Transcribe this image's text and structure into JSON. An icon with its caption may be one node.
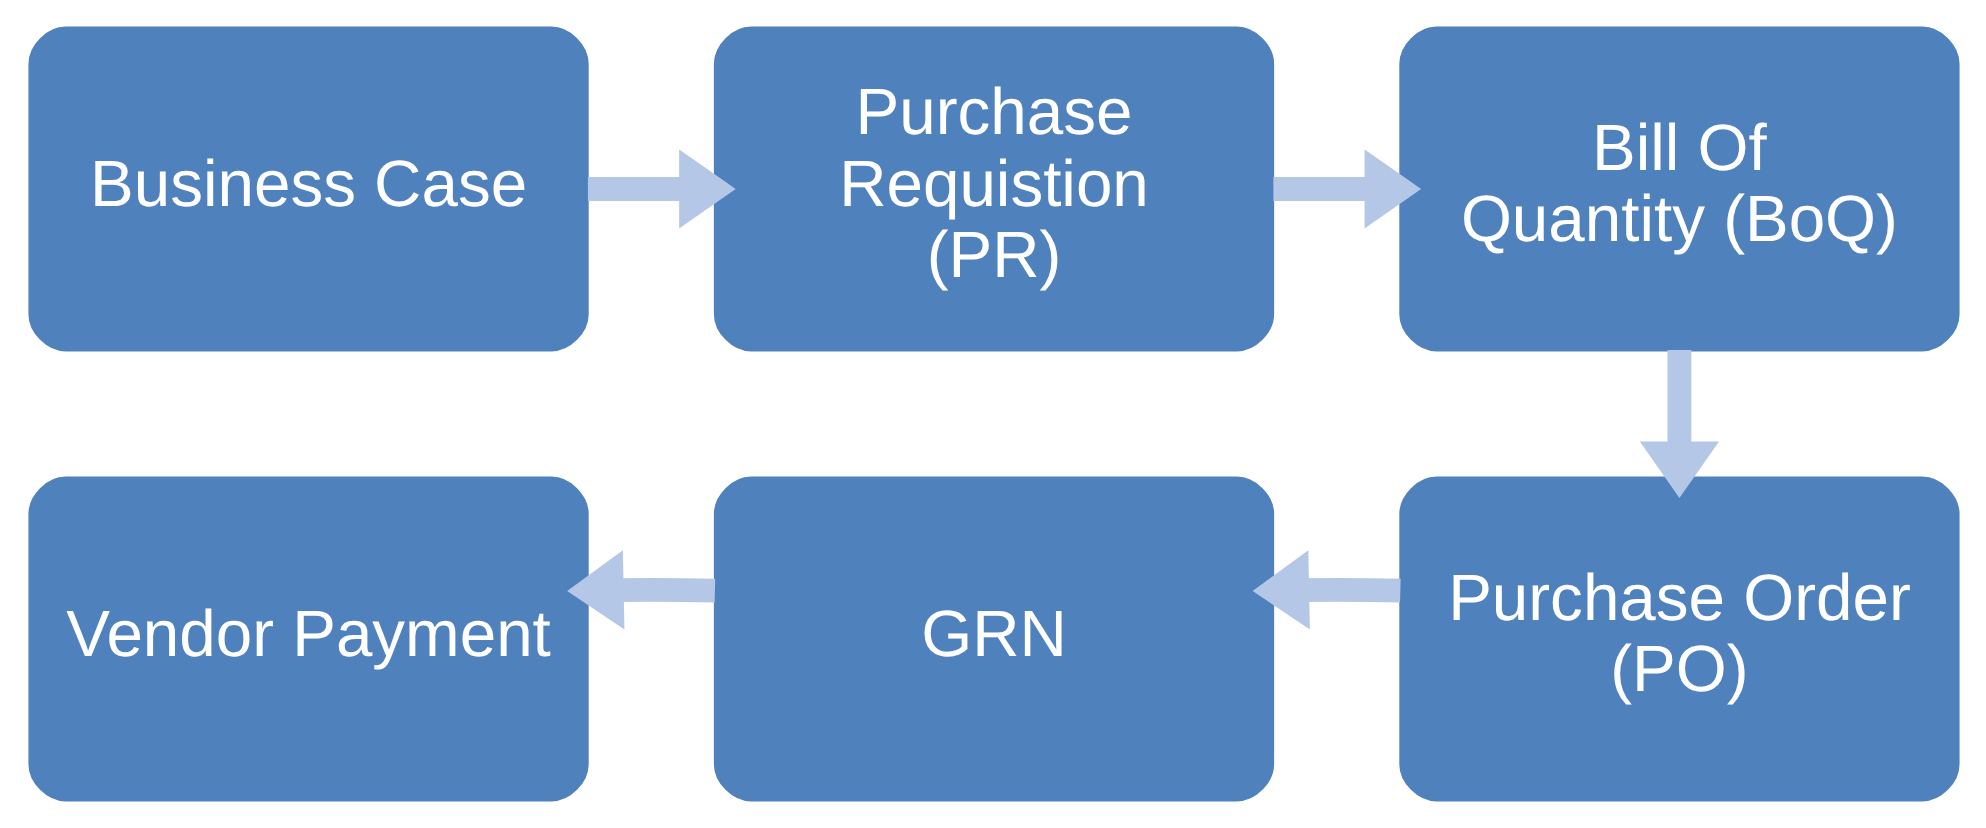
{
  "diagram": {
    "nodes": [
      {
        "text": [
          "Business Case"
        ]
      },
      {
        "text": [
          "Purchase Requistion (PR)"
        ]
      },
      {
        "text": [
          "Bill Of Quantity (BoQ)"
        ]
      },
      {
        "text": [
          "Vendor Payment"
        ]
      },
      {
        "text": [
          "GRN"
        ]
      },
      {
        "text": [
          "Purchase Order (PO)"
        ]
      }
    ],
    "edges": [
      {
        "from": 0,
        "to": 1,
        "arrow": "to"
      },
      {
        "from": 1,
        "to": 2,
        "arrow": "to"
      },
      {
        "from": 2,
        "to": 5,
        "arrow": "to"
      },
      {
        "from": 5,
        "to": 4,
        "arrow": "to"
      },
      {
        "from": 4,
        "to": 3,
        "arrow": "to"
      }
    ]
  }
}
